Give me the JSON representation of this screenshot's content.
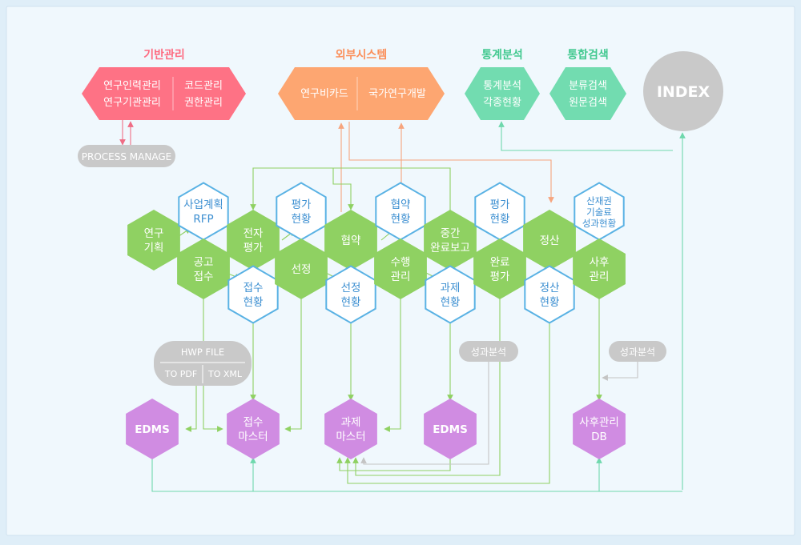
{
  "sections": {
    "basic": "기반관리",
    "external": "외부시스템",
    "stats": "통계분석",
    "search": "통합검색"
  },
  "basic_box": {
    "items": [
      "연구인력관리",
      "연구기관관리",
      "코드관리",
      "권한관리"
    ]
  },
  "process_manage": "PROCESS MANAGE",
  "external_box": {
    "items": [
      "연구비카드",
      "국가연구개발"
    ]
  },
  "stats_box": {
    "line1": "통계분석",
    "line2": "각종현황"
  },
  "search_box": {
    "line1": "분류검색",
    "line2": "원문검색"
  },
  "index_label": "INDEX",
  "process": {
    "plan": [
      "연구",
      "기획"
    ],
    "rfp": [
      "사업계획",
      "RFP"
    ],
    "notice": [
      "공고",
      "접수"
    ],
    "e_eval": [
      "전자",
      "평가"
    ],
    "receipt_status": [
      "접수",
      "현황"
    ],
    "eval_status_1": [
      "평가",
      "현황"
    ],
    "select": [
      "선정"
    ],
    "agreement": [
      "협약"
    ],
    "select_status": [
      "선정",
      "현황"
    ],
    "agree_status": [
      "협약",
      "현황"
    ],
    "execute": [
      "수행",
      "관리"
    ],
    "mid_report": [
      "중간",
      "완료보고"
    ],
    "task_status": [
      "과제",
      "현황"
    ],
    "eval_status_2": [
      "평가",
      "현황"
    ],
    "complete_eval": [
      "완료",
      "평가"
    ],
    "settle": [
      "정산"
    ],
    "settle_status": [
      "정산",
      "현황"
    ],
    "ip_status": [
      "산재권",
      "기술료",
      "성과현황"
    ],
    "post_mgmt": [
      "사후",
      "관리"
    ]
  },
  "hwp": {
    "title": "HWP FILE",
    "left": "TO PDF",
    "right": "TO XML"
  },
  "performance_1": "성과분석",
  "performance_2": "성과분석",
  "db": {
    "edms_1": [
      "EDMS"
    ],
    "receipt_master": [
      "접수",
      "마스터"
    ],
    "task_master": [
      "과제",
      "마스터"
    ],
    "edms_2": [
      "EDMS"
    ],
    "post_db": [
      "사후관리",
      "DB"
    ]
  },
  "colors": {
    "background": "#dfeef8",
    "frame": "#f0f8fd",
    "basic": "#fe7285",
    "external": "#fda671",
    "stats": "#72dcb0",
    "index": "#c9c9c9",
    "process_green": "#8fd162",
    "status_outline": "#5ab2e4",
    "status_text": "#3c8fd1",
    "db_purple": "#d08ce2",
    "pill_gray": "#c9c9c9"
  },
  "icons": {
    "connectors": "arrow-line",
    "hex": "hexagon-shape"
  }
}
